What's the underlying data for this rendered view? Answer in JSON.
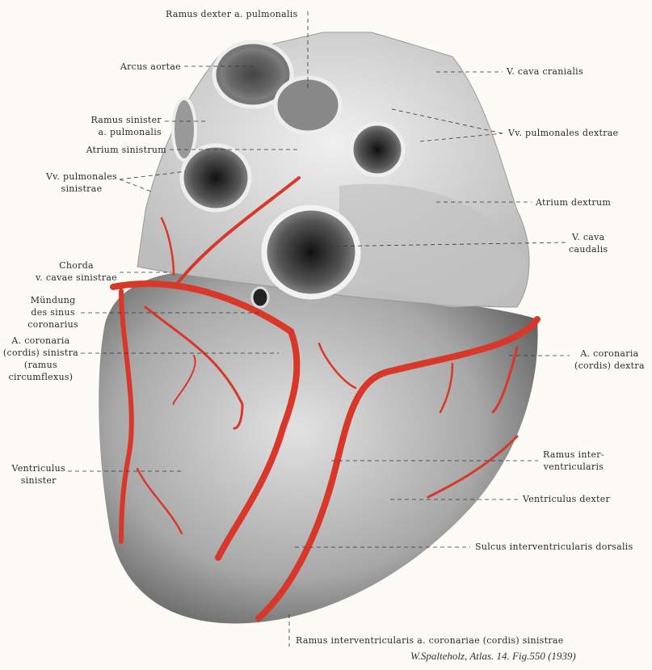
{
  "figure": {
    "labels": {
      "ramus_dexter": "Ramus dexter a. pulmonalis",
      "arcus_aortae": "Arcus aortae",
      "ramus_sinister_1": "Ramus sinister",
      "ramus_sinister_2": "a. pulmonalis",
      "atrium_sinistrum": "Atrium sinistrum",
      "vv_pulm_sin_1": "Vv. pulmonales",
      "vv_pulm_sin_2": "sinistrae",
      "chorda_1": "Chorda",
      "chorda_2": "v. cavae sinistrae",
      "muendung_1": "Mündung",
      "muendung_2": "des sinus",
      "muendung_3": "coronarius",
      "a_cor_sin_1": "A. coronaria",
      "a_cor_sin_2": "(cordis) sinistra",
      "a_cor_sin_3": "(ramus",
      "a_cor_sin_4": "circumflexus)",
      "ventr_sin_1": "Ventriculus",
      "ventr_sin_2": "sinister",
      "v_cava_cranialis": "V. cava cranialis",
      "vv_pulm_dex": "Vv. pulmonales dextrae",
      "atrium_dextrum": "Atrium dextrum",
      "v_cava_caudalis_1": "V. cava",
      "v_cava_caudalis_2": "caudalis",
      "a_cor_dex_1": "A. coronaria",
      "a_cor_dex_2": "(cordis) dextra",
      "ramus_inter_1": "Ramus inter-",
      "ramus_inter_2": "ventricularis",
      "ventr_dex": "Ventriculus dexter",
      "sulcus": "Sulcus interventricularis dorsalis",
      "ramus_inter_sin": "Ramus interventricularis a. coronariae (cordis) sinistrae"
    },
    "citation": "W.Spalteholz, Atlas. 14. Fig.550 (1939)",
    "colors": {
      "artery": "#d8372a",
      "tissue": "#b9b9b9",
      "background": "#fcfbf6"
    }
  }
}
